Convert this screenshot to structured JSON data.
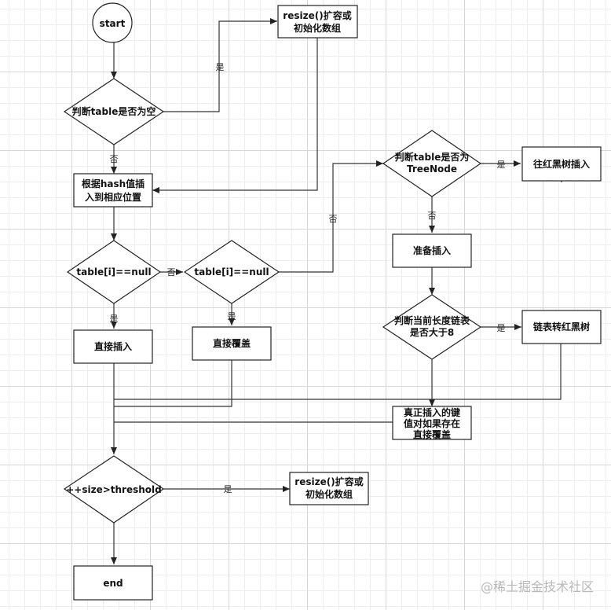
{
  "nodes": {
    "start": "start",
    "resize_top_l1": "resize()扩容或",
    "resize_top_l2": "初始化数组",
    "is_table_empty": "判断table是否为空",
    "insert_by_hash_l1": "根据hash值插",
    "insert_by_hash_l2": "入到相应位置",
    "table_i_null_1": "table[i]==null",
    "table_i_null_2": "table[i]==null",
    "direct_insert": "直接插入",
    "direct_overwrite": "直接覆盖",
    "is_treenode_l1": "判断table是否为",
    "is_treenode_l2": "TreeNode",
    "tree_insert": "往红黑树插入",
    "prepare_insert": "准备插入",
    "length_check_l1": "判断当前长度链表",
    "length_check_l2": "是否大于8",
    "list_to_tree": "链表转红黑树",
    "real_insert_l1": "真正插入的键",
    "real_insert_l2": "值对如果存在",
    "real_insert_l3": "直接覆盖",
    "size_check": "++size>threshold",
    "resize_bottom_l1": "resize()扩容或",
    "resize_bottom_l2": "初始化数组",
    "end": "end"
  },
  "edges": {
    "empty_yes": "是",
    "empty_no": "否",
    "null1_no": "否",
    "null1_yes": "是",
    "null2_yes": "是",
    "null2_no": "否",
    "treenode_yes": "是",
    "treenode_no": "否",
    "length_yes": "是",
    "size_yes": "是"
  },
  "watermark": "@稀土掘金技术社区"
}
